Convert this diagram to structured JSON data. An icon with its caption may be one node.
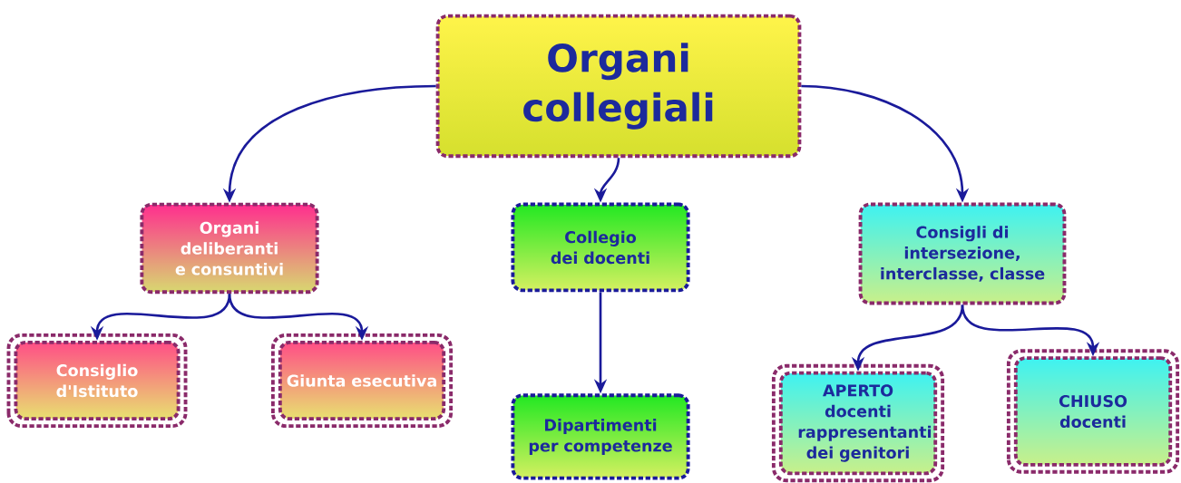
{
  "diagram": {
    "nodes": [
      {
        "text": [
          "Organi collegiali"
        ]
      },
      {
        "text": [
          "Organi deliberanti e consuntivi"
        ]
      },
      {
        "text": [
          "Collegio dei docenti"
        ]
      },
      {
        "text": [
          "Consigli di intersezione, interclasse, classe"
        ]
      },
      {
        "text": [
          "Consiglio d'Istituto"
        ]
      },
      {
        "text": [
          "Giunta esecutiva"
        ]
      },
      {
        "text": [
          "Dipartimenti per competenze"
        ]
      },
      {
        "text": [
          "APERTO docenti rappresentanti dei genitori"
        ]
      },
      {
        "text": [
          "CHIUSO docenti"
        ]
      }
    ],
    "edges": [
      {
        "from": 0,
        "to": 1,
        "arrow": "to"
      },
      {
        "from": 0,
        "to": 2,
        "arrow": "to"
      },
      {
        "from": 0,
        "to": 3,
        "arrow": "to"
      },
      {
        "from": 1,
        "to": 4,
        "arrow": "to"
      },
      {
        "from": 1,
        "to": 5,
        "arrow": "to"
      },
      {
        "from": 2,
        "to": 6,
        "arrow": "to"
      },
      {
        "from": 3,
        "to": 7,
        "arrow": "to"
      },
      {
        "from": 3,
        "to": 8,
        "arrow": "to"
      }
    ]
  }
}
